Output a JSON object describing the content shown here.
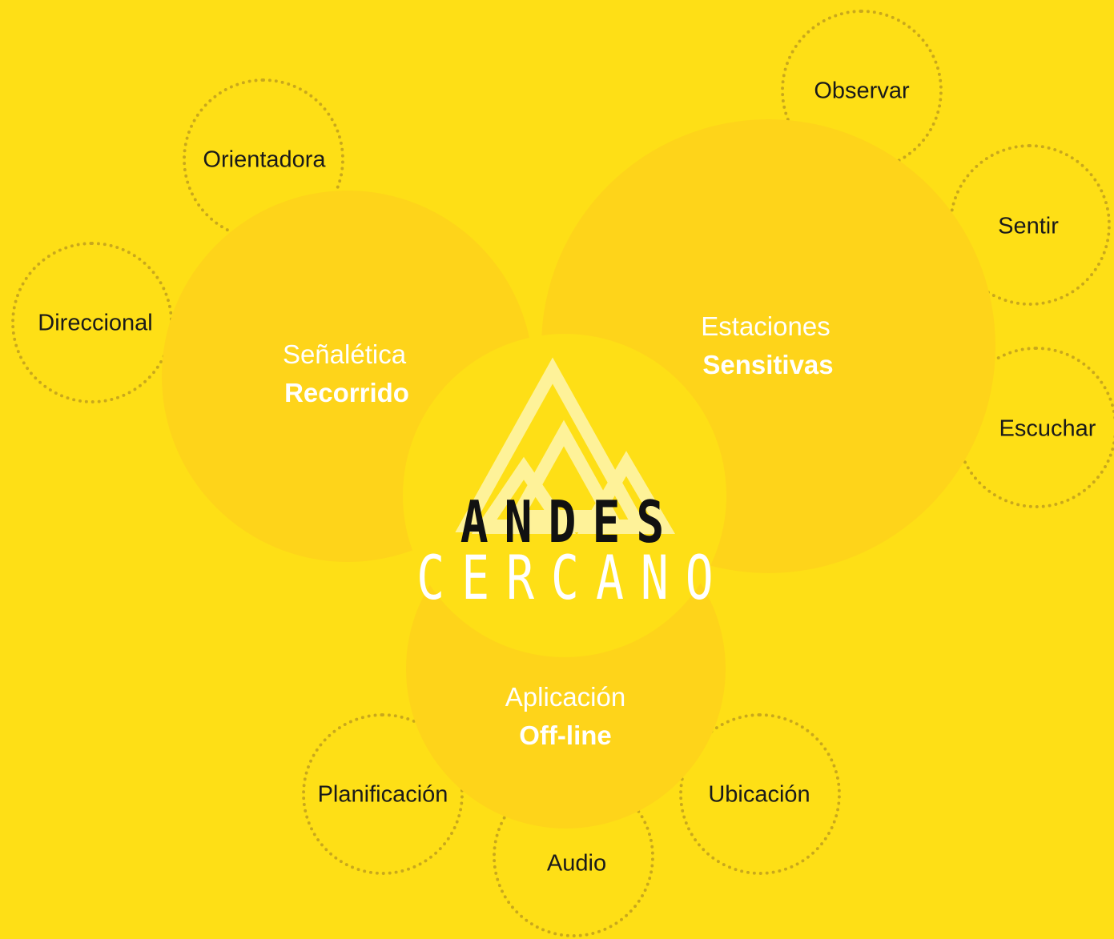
{
  "logo": {
    "line1": "ANDES",
    "line2": "CERCANO"
  },
  "categories": {
    "senaletica": {
      "title": "Señalética",
      "subtitle": "Recorrido"
    },
    "estaciones": {
      "title": "Estaciones",
      "subtitle": "Sensitivas"
    },
    "aplicacion": {
      "title": "Aplicación",
      "subtitle": "Off-line"
    }
  },
  "satellites": {
    "orientadora": "Orientadora",
    "direccional": "Direccional",
    "observar": "Observar",
    "sentir": "Sentir",
    "escuchar": "Escuchar",
    "planificacion": "Planificación",
    "audio": "Audio",
    "ubicacion": "Ubicación"
  },
  "colors": {
    "background": "#FEDF16",
    "big_circle": "#FED41A",
    "dotted_border": "#C9A81C",
    "logo_mountains": "#FFF5A8",
    "category_text": "#FFFFFF"
  }
}
